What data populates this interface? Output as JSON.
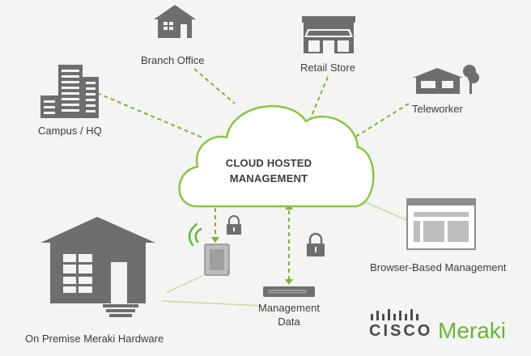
{
  "cloud": {
    "line1": "CLOUD HOSTED",
    "line2": "MANAGEMENT"
  },
  "nodes": {
    "branch_office": "Branch Office",
    "retail_store": "Retail Store",
    "campus_hq": "Campus / HQ",
    "teleworker": "Teleworker",
    "browser_management": "Browser-Based Management",
    "on_premise": "On Premise Meraki Hardware",
    "management_data_1": "Management",
    "management_data_2": "Data"
  },
  "branding": {
    "cisco": "CISCO",
    "meraki": "Meraki"
  },
  "colors": {
    "icon_gray": "#6d6e70",
    "link_green": "#7cb342",
    "cloud_outline": "#8bc34a",
    "faint_link": "#c8dba6"
  }
}
